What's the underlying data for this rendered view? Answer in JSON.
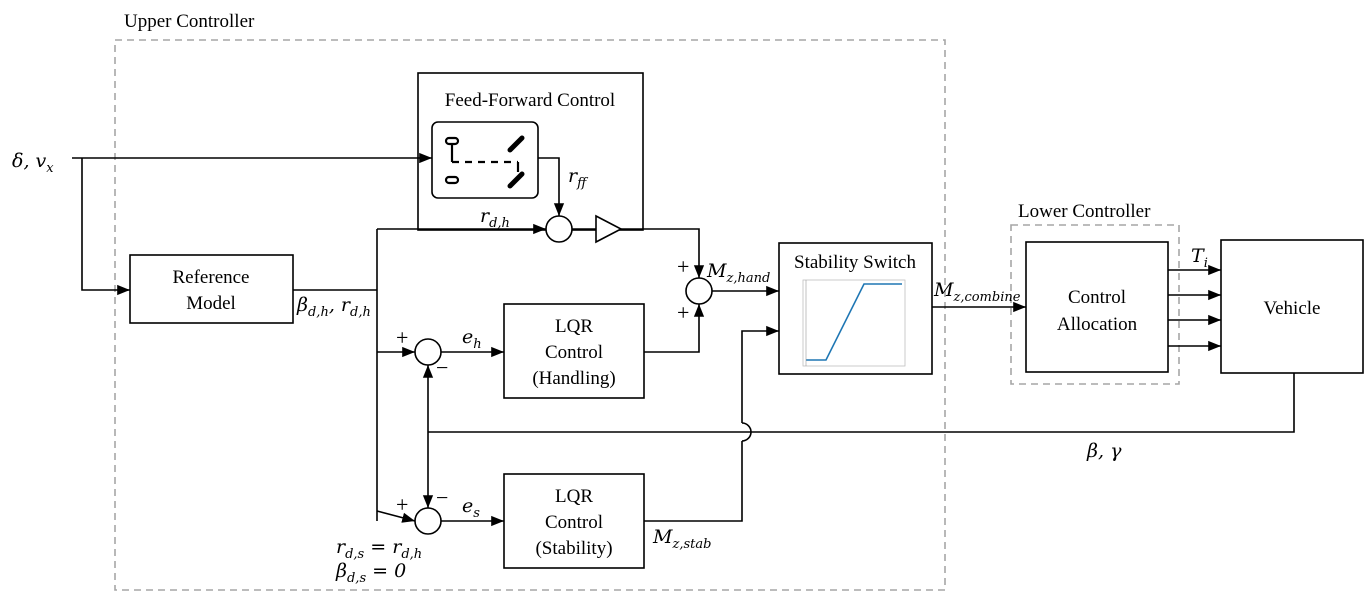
{
  "groups": {
    "upper": "Upper Controller",
    "lower": "Lower Controller"
  },
  "blocks": {
    "feed_forward": "Feed-Forward Control",
    "reference_model": [
      "Reference",
      "Model"
    ],
    "lqr_handling": [
      "LQR",
      "Control",
      "(Handling)"
    ],
    "lqr_stability": [
      "LQR",
      "Control",
      "(Stability)"
    ],
    "stability_switch": "Stability Switch",
    "control_allocation": [
      "Control",
      "Allocation"
    ],
    "vehicle": "Vehicle"
  },
  "signals": {
    "input": {
      "main": "δ, v",
      "sub": "x"
    },
    "r_ff": {
      "main": "r",
      "sub": "ff"
    },
    "r_dh_top": {
      "main": "r",
      "sub": "d,h"
    },
    "ref_out": {
      "a": "β",
      "a_sub": "d,h",
      "sep": ", ",
      "b": "r",
      "b_sub": "d,h"
    },
    "e_h": {
      "main": "e",
      "sub": "h"
    },
    "e_s": {
      "main": "e",
      "sub": "s"
    },
    "m_hand": {
      "main": "M",
      "sub": "z,hand"
    },
    "m_stab": {
      "main": "M",
      "sub": "z,stab"
    },
    "m_combine": {
      "main": "M",
      "sub": "z,combine"
    },
    "t_i": {
      "main": "T",
      "sub": "i"
    },
    "feedback": "β, γ",
    "note1": {
      "main": "r",
      "sub1": "d,s",
      "eq": " = r",
      "sub2": "d,h"
    },
    "note2": {
      "main": "β",
      "sub": "d,s",
      "eq": " = 0"
    }
  },
  "signs": {
    "plus": "+",
    "minus": "−"
  }
}
